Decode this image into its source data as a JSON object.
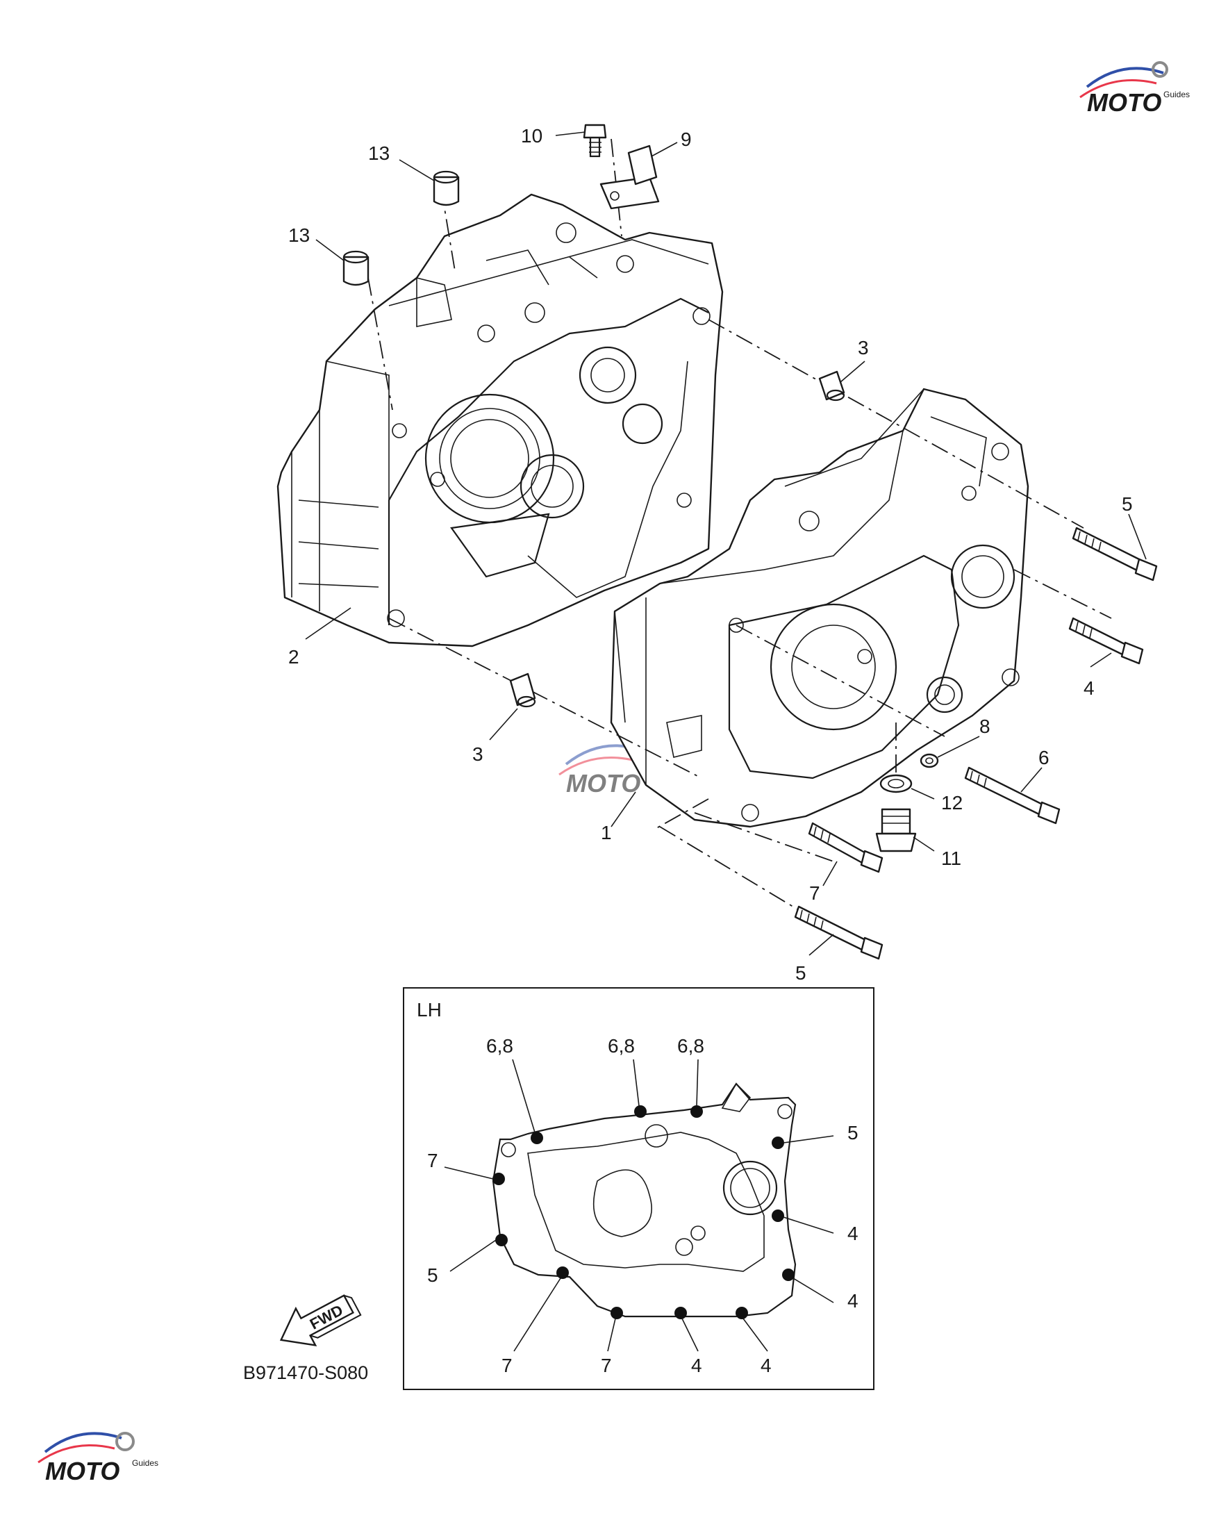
{
  "diagram": {
    "diagram_code": "B971470-S080",
    "fwd_label": "FWD",
    "inset_title": "LH",
    "watermark": {
      "text": "MOTO",
      "subtext": "Guides"
    },
    "callouts": {
      "c1": "1",
      "c2": "2",
      "c3a": "3",
      "c3b": "3",
      "c4": "4",
      "c5a": "5",
      "c5b": "5",
      "c6": "6",
      "c7": "7",
      "c8": "8",
      "c9": "9",
      "c10": "10",
      "c11": "11",
      "c12": "12",
      "c13a": "13",
      "c13b": "13"
    },
    "inset_callouts": {
      "t68a": "6,8",
      "t68b": "6,8",
      "t68c": "6,8",
      "t7a": "7",
      "t7b": "7",
      "t7c": "7",
      "t5a": "5",
      "t5b": "5",
      "t4a": "4",
      "t4b": "4",
      "t4c": "4",
      "t4d": "4"
    },
    "colors": {
      "line": "#1a1a1a",
      "watermark_red": "#e8374a",
      "watermark_blue": "#2f4fa8",
      "watermark_gray": "#8a8a8a"
    }
  }
}
